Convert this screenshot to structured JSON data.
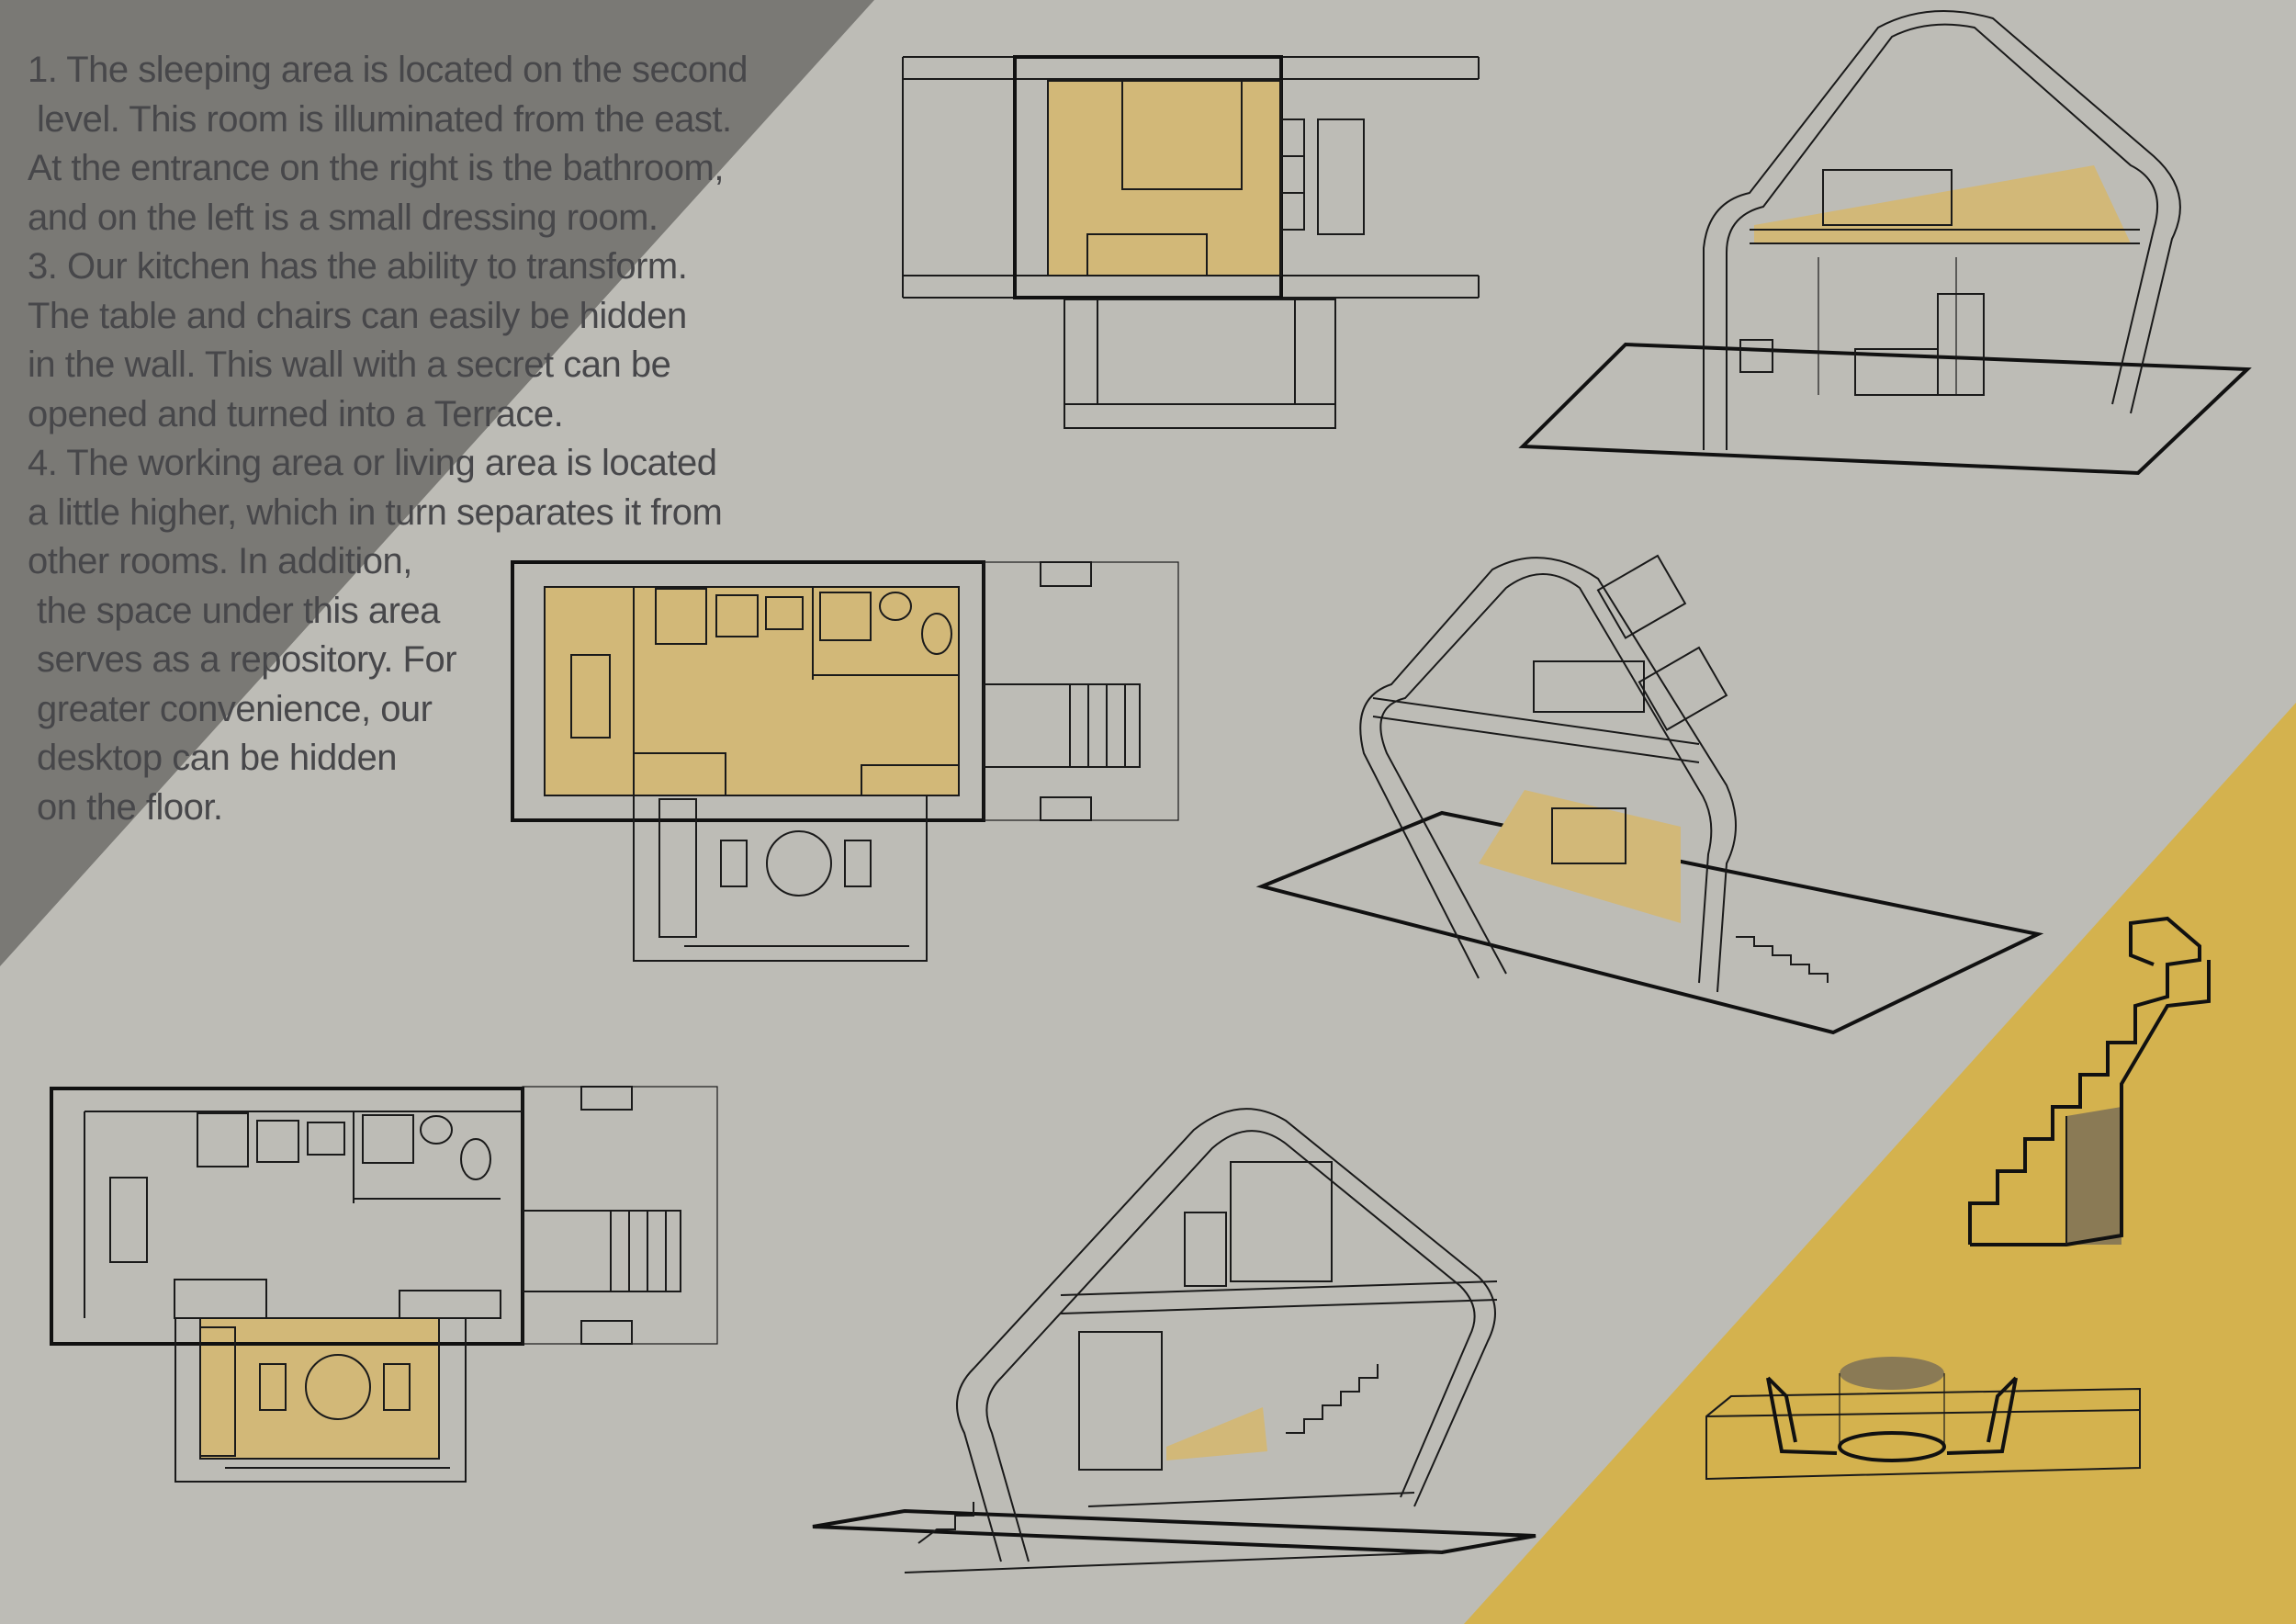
{
  "colors": {
    "background": "#bdbcb6",
    "dark_panel": "#7a7975",
    "accent_yellow": "#d4b24e",
    "room_fill": "#d2b878",
    "text": "#47474a"
  },
  "description": {
    "lines": [
      "1. The sleeping area is located on the second",
      "level. This room is illuminated from the east.",
      "At the entrance on the right is the bathroom,",
      "and on the left is a small dressing room.",
      "3. Our kitchen has the ability to transform.",
      "The table and chairs can easily be hidden",
      "in the wall. This wall with a secret can be",
      "opened and turned into a Terrace.",
      "4. The working area or living area is located",
      "a little higher, which in turn separates it from",
      "other rooms. In addition,",
      "the space under this area",
      "serves as a repository. For",
      "greater convenience, our",
      "desktop can be hidden",
      "on the floor."
    ]
  },
  "drawings": [
    "second-level-plan",
    "ground-level-plan-desk",
    "ground-level-plan-dining",
    "section-sleeping-area",
    "section-working-area",
    "section-kitchen",
    "transforming-stair",
    "hidden-table"
  ]
}
